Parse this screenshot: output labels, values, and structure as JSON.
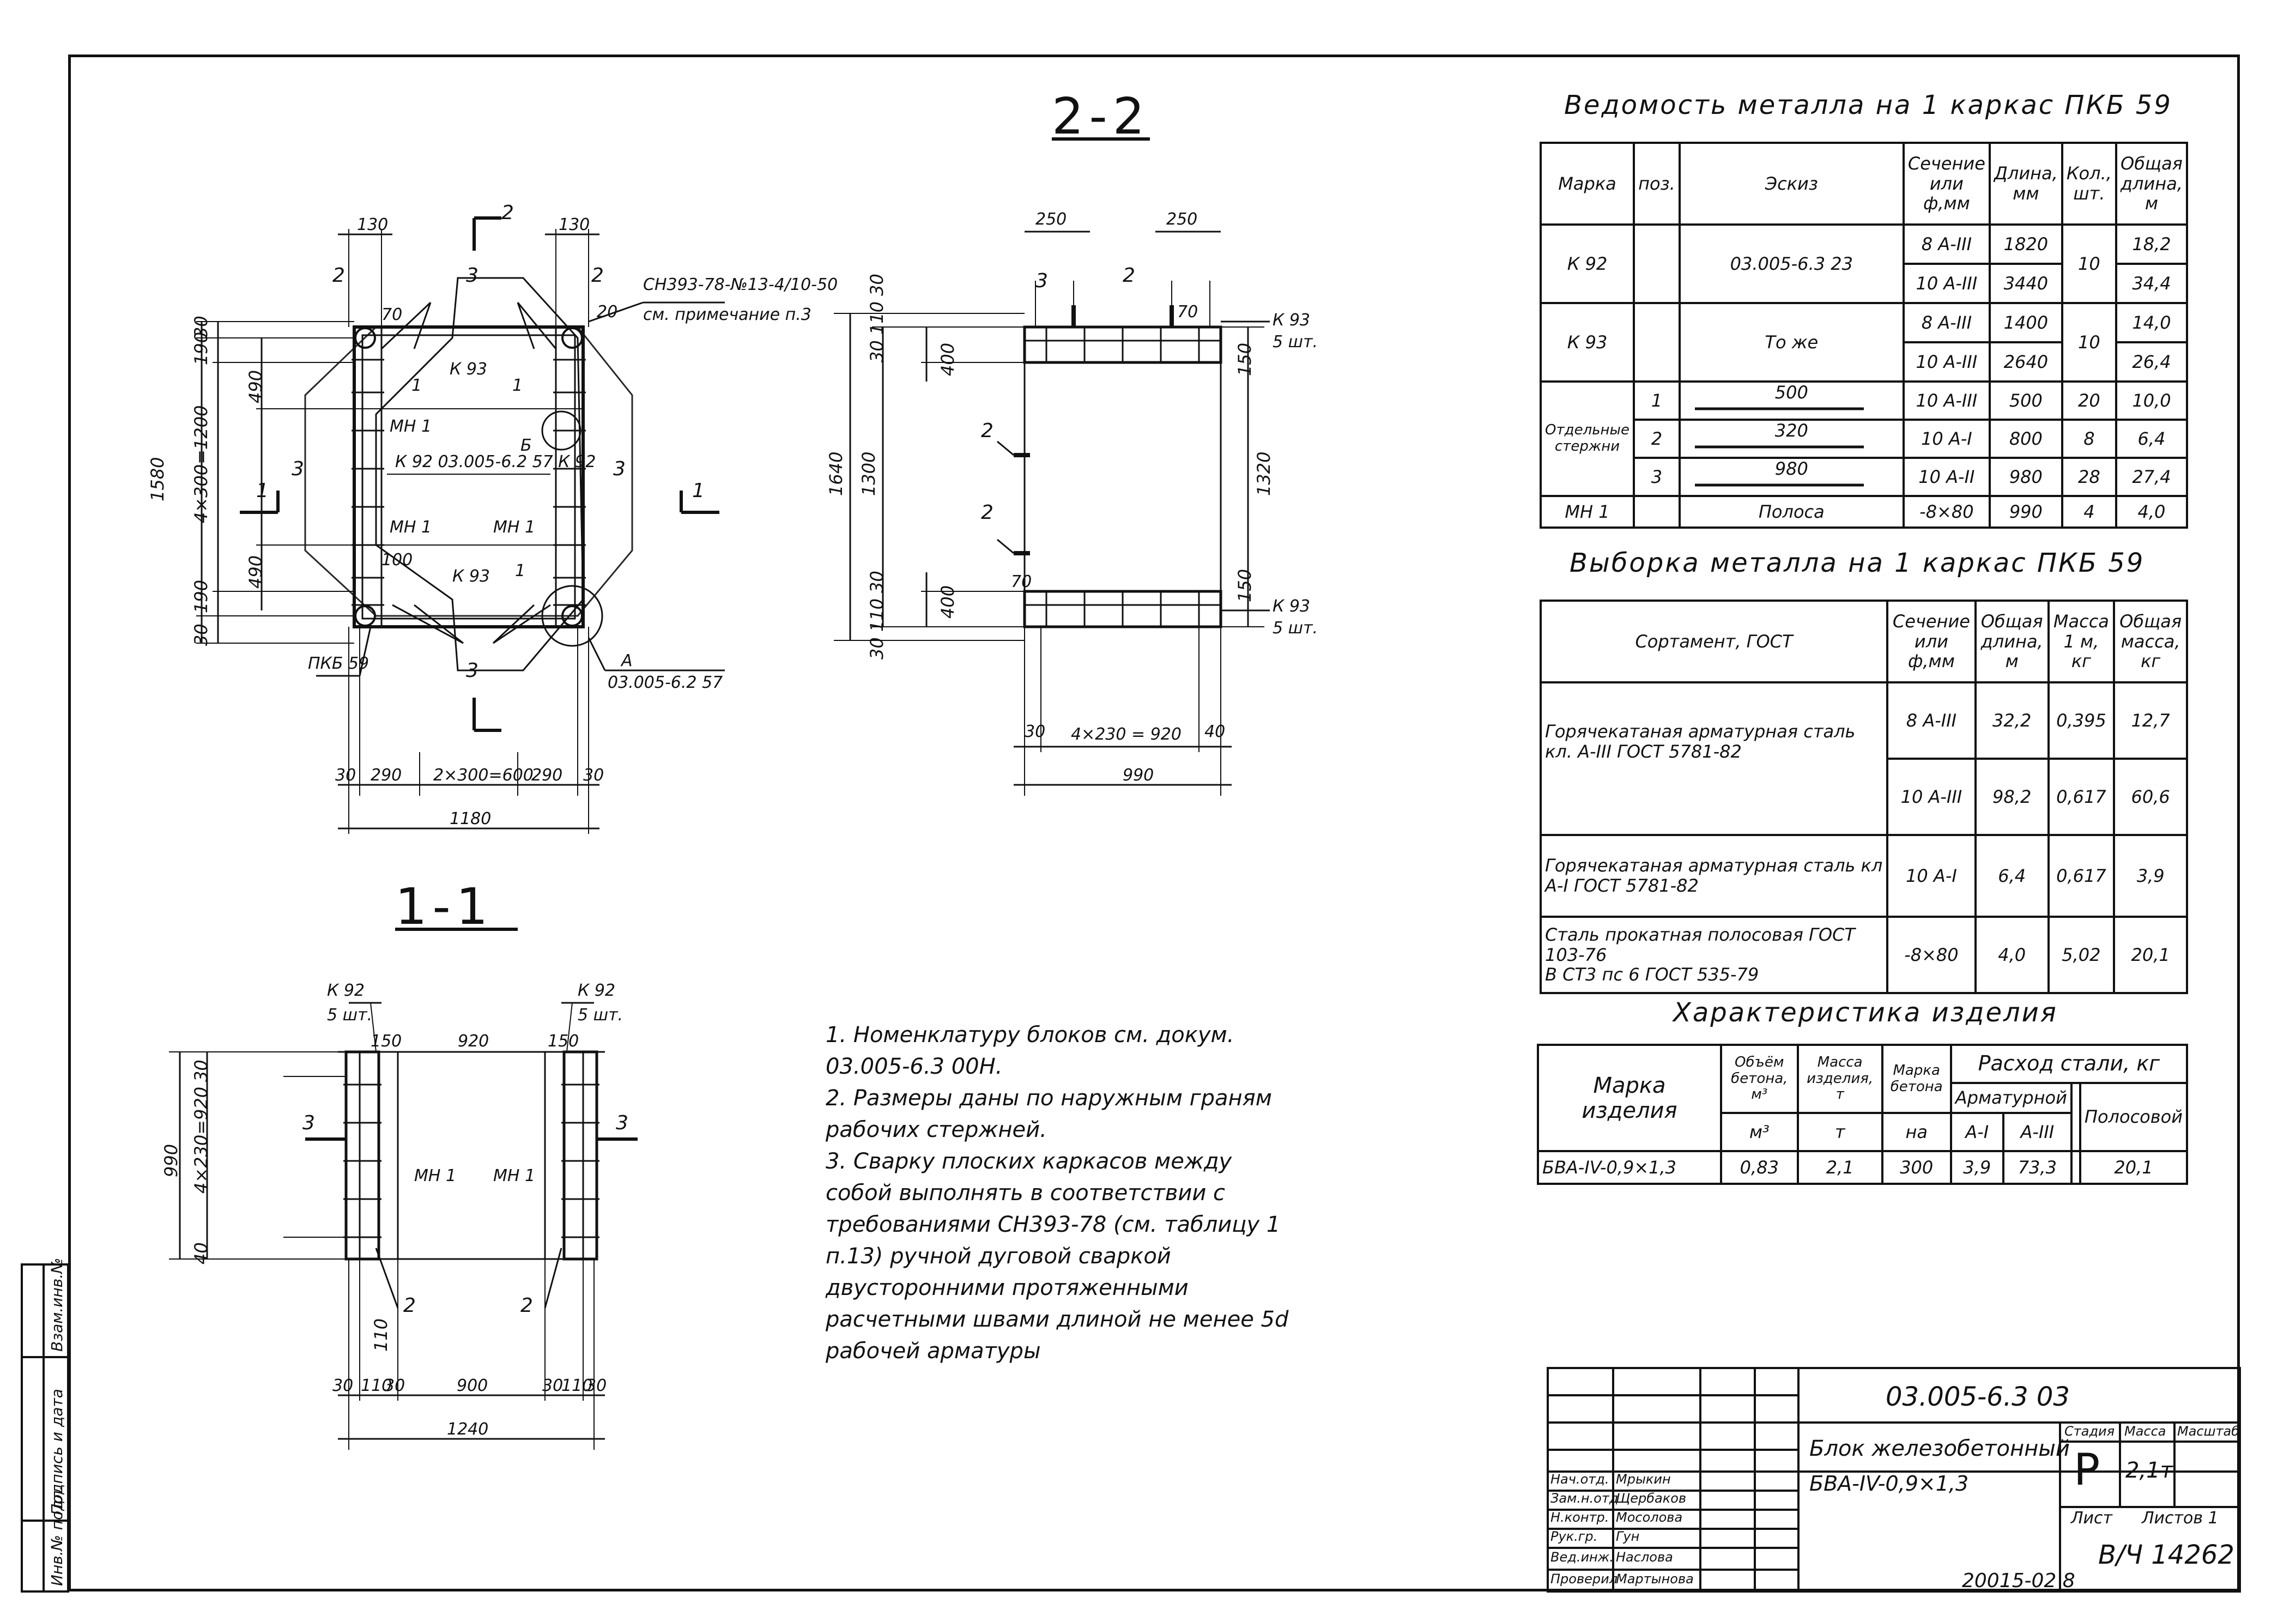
{
  "sections": {
    "s22": "2-2",
    "s11": "1-1"
  },
  "tables": {
    "vedomost": {
      "title": "Ведомость металла на 1 каркас ПКБ 59",
      "headers": [
        "Марка",
        "поз.",
        "Эскиз",
        "Сечение или ф,мм",
        "Длина, мм",
        "Кол., шт.",
        "Общая длина, м"
      ],
      "rows": [
        {
          "mark": "К 92",
          "pos": "",
          "sketch": "03.005-6.3 23",
          "sec": "8 А-III",
          "len": "1820",
          "qty": "10",
          "total": "18,2"
        },
        {
          "mark": "",
          "pos": "",
          "sketch": "",
          "sec": "10 А-III",
          "len": "3440",
          "qty": "",
          "total": "34,4"
        },
        {
          "mark": "К 93",
          "pos": "",
          "sketch": "То же",
          "sec": "8 А-III",
          "len": "1400",
          "qty": "10",
          "total": "14,0"
        },
        {
          "mark": "",
          "pos": "",
          "sketch": "",
          "sec": "10 А-III",
          "len": "2640",
          "qty": "",
          "total": "26,4"
        },
        {
          "mark": "Отдельные стержни",
          "pos": "1",
          "sketch": "500",
          "sec": "10 А-III",
          "len": "500",
          "qty": "20",
          "total": "10,0"
        },
        {
          "mark": "",
          "pos": "2",
          "sketch": "320",
          "sec": "10 А-I",
          "len": "800",
          "qty": "8",
          "total": "6,4"
        },
        {
          "mark": "",
          "pos": "3",
          "sketch": "980",
          "sec": "10 А-II",
          "len": "980",
          "qty": "28",
          "total": "27,4"
        },
        {
          "mark": "МН 1",
          "pos": "",
          "sketch": "Полоса",
          "sec": "-8×80",
          "len": "990",
          "qty": "4",
          "total": "4,0"
        }
      ]
    },
    "vyborka": {
      "title": "Выборка металла на 1 каркас ПКБ 59",
      "headers": [
        "Сортамент, ГОСТ",
        "Сечение или ф,мм",
        "Общая длина, м",
        "Масса 1 м, кг",
        "Общая масса, кг"
      ],
      "rows": [
        {
          "name": "Горячекатаная арматурная сталь кл. А-III ГОСТ 5781-82",
          "sec": "8 А-III",
          "len": "32,2",
          "mass1": "0,395",
          "mass": "12,7"
        },
        {
          "name": "",
          "sec": "10 А-III",
          "len": "98,2",
          "mass1": "0,617",
          "mass": "60,6"
        },
        {
          "name": "Горячекатаная арматурная сталь кл А-I ГОСТ 5781-82",
          "sec": "10 А-I",
          "len": "6,4",
          "mass1": "0,617",
          "mass": "3,9"
        },
        {
          "name": "Сталь прокатная полосовая ГОСТ 103-76",
          "name2": "В СТ3 пс 6 ГОСТ 535-79",
          "sec": "-8×80",
          "len": "4,0",
          "mass1": "5,02",
          "mass": "20,1"
        }
      ]
    },
    "harakteristika": {
      "title": "Характеристика изделия",
      "h_mark": "Марка изделия",
      "h_vol": "Объём бетона, м³",
      "h_mass": "Масса изделия, т",
      "h_concrete": "Марка бетона",
      "h_steel": "Расход стали, кг",
      "h_arm": "Арматурной",
      "h_ai": "А-I",
      "h_aiii": "А-III",
      "h_strip": "Полосовой",
      "h_unit_vol": "м³",
      "h_unit_t": "т",
      "h_unit_na": "на",
      "row": {
        "mark": "БВА-IV-0,9×1,3",
        "vol": "0,83",
        "mass": "2,1",
        "concrete": "300",
        "ai": "3,9",
        "aiii": "73,3",
        "strip": "20,1"
      }
    }
  },
  "notes": [
    "1. Номенклатуру блоков см. докум. 03.005-6.3 00Н.",
    "2. Размеры даны по наружным граням рабочих стержней.",
    "3. Сварку плоских каркасов между собой выполнять в соответствии с требованиями СН393-78 (см. таблицу 1 п.13) ручной дуговой сваркой двусторонними протяженными расчетными швами длиной не менее 5d рабочей арматуры"
  ],
  "stamp": {
    "code": "03.005-6.3 03",
    "name1": "Блок железобетонный",
    "name2": "БВА-IV-0,9×1,3",
    "stage_label": "Стадия",
    "mass_label": "Масса",
    "scale_label": "Масштаб",
    "stage": "Р",
    "mass": "2,1т",
    "sheet_label": "Лист",
    "sheets_label": "Листов 1",
    "inv": "В/Ч 14262",
    "signers": [
      {
        "role": "Нач.отд.",
        "name": "Мрыкин"
      },
      {
        "role": "Зам.н.отд",
        "name": "Щербаков"
      },
      {
        "role": "Н.контр.",
        "name": "Мосолова"
      },
      {
        "role": "Рук.гр.",
        "name": "Гун"
      },
      {
        "role": "Вед.инж.",
        "name": "Наслова"
      },
      {
        "role": "Проверил",
        "name": "Мартынова"
      }
    ],
    "bottom": "20015-02 8"
  },
  "side": {
    "inv": "Инв.№ подл.",
    "sign": "Подпись и дата",
    "vzam": "Взам.инв.№"
  },
  "drawing_labels": {
    "plan": {
      "d130a": "130",
      "d130b": "130",
      "d2a": "2",
      "d2b": "2",
      "d2c": "2",
      "d3a": "3",
      "d3b": "3",
      "d3c": "3",
      "d3d": "3",
      "d30a": "30",
      "d190a": "190",
      "d490a": "490",
      "d4x300": "4×300=1200",
      "d490b": "490",
      "d190b": "190",
      "d30b": "30",
      "d1580": "1580",
      "d70a": "70",
      "d20": "20",
      "ref": "СН393-78-№13-4/10-50",
      "ref2": "см. примечание п.3",
      "k93a": "К 93",
      "mn1a": "МН 1",
      "b": "Б",
      "k92": "К 92 03.005-6.2 57 К 92",
      "mn1b": "МН 1",
      "mn1c": "МН 1",
      "d100": "100",
      "d1a": "1",
      "d1b": "1",
      "d1c": "1",
      "k93b": "К 93",
      "pkb": "ПКБ 59",
      "a": "А",
      "aref": "03.005-6.2 57",
      "b30a": "30",
      "b290a": "290",
      "b2x300": "2×300=600",
      "b290b": "290",
      "b30b": "30",
      "b1180": "1180",
      "sec1a": "1",
      "sec1b": "1"
    },
    "side": {
      "d250a": "250",
      "d250b": "250",
      "d3": "3",
      "d2a": "2",
      "d70": "70",
      "k93": "К 93",
      "pcs5": "5 шт.",
      "d150a": "150",
      "d400a": "400",
      "d1640": "1640",
      "d1300": "1300",
      "d1320": "1320",
      "d2b": "2",
      "d2c": "2",
      "d400b": "400",
      "d70b": "70",
      "d150b": "150",
      "k93b": "К 93",
      "pcs5b": "5 шт.",
      "d30": "30",
      "d4x230": "4×230 = 920",
      "d40": "40",
      "d990": "990",
      "d30_110": "30 110 30",
      "d30_110b": "30 110 30"
    },
    "s11": {
      "k92a": "К 92",
      "pcs5a": "5 шт.",
      "k92b": "К 92",
      "pcs5b": "5 шт.",
      "d150a": "150",
      "d920": "920",
      "d150b": "150",
      "d3a": "3",
      "d3b": "3",
      "d990": "990",
      "d30": "30",
      "d4x230": "4×230=920",
      "d40": "40",
      "mn1a": "МН 1",
      "mn1b": "МН 1",
      "d2a": "2",
      "d2b": "2",
      "d110": "110",
      "b30a": "30",
      "b110a": "110",
      "b30b": "30",
      "b900": "900",
      "b30c": "30",
      "b110b": "110",
      "b30d": "30",
      "b1240": "1240"
    }
  }
}
